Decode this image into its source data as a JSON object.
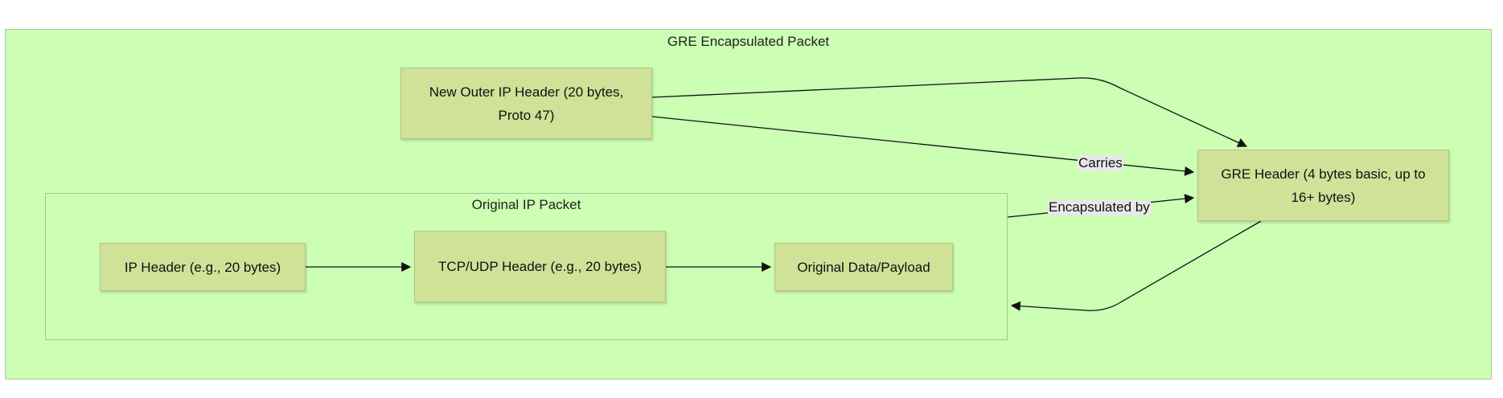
{
  "clusters": {
    "outer_title": "GRE Encapsulated Packet",
    "inner_title": "Original IP Packet"
  },
  "nodes": {
    "outer_ip_header": "New Outer IP Header (20 bytes, Proto 47)",
    "gre_header": "GRE Header (4 bytes basic, up to 16+ bytes)",
    "ip_header": "IP Header (e.g., 20 bytes)",
    "tcp_udp_header": "TCP/UDP Header (e.g., 20 bytes)",
    "original_data": "Original Data/Payload"
  },
  "edges": {
    "carries": "Carries",
    "encapsulated_by": "Encapsulated by"
  },
  "colors": {
    "cluster_fill": "#ccffb3",
    "node_fill": "#d0e198",
    "edge": "#111111",
    "label_bg": "#e8e8e8"
  }
}
